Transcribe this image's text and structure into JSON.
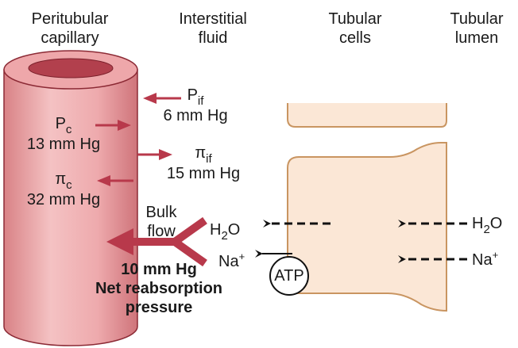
{
  "columns": {
    "capillary": [
      "Peritubular",
      "capillary"
    ],
    "interstitial": [
      "Interstitial",
      "fluid"
    ],
    "cells": [
      "Tubular",
      "cells"
    ],
    "lumen": [
      "Tubular",
      "lumen"
    ]
  },
  "forces": {
    "p_if": {
      "symbol": "P",
      "subscript": "if",
      "value": "6 mm Hg"
    },
    "p_c": {
      "symbol": "P",
      "subscript": "c",
      "value": "13 mm Hg"
    },
    "pi_if": {
      "symbol": "π",
      "subscript": "if",
      "value": "15 mm Hg"
    },
    "pi_c": {
      "symbol": "π",
      "subscript": "c",
      "value": "32 mm Hg"
    }
  },
  "bulk_flow": [
    "Bulk",
    "flow"
  ],
  "net": {
    "value": "10 mm Hg",
    "label_line1": "Net reabsorption",
    "label_line2": "pressure"
  },
  "solutes": {
    "water": {
      "base": "H",
      "sub": "2",
      "tail": "O"
    },
    "sodium": {
      "base": "Na",
      "sup": "+"
    }
  },
  "atp": "ATP",
  "colors": {
    "capillary_fill": "#f2b6b8",
    "capillary_shade": "#d98286",
    "capillary_stroke": "#8c2a35",
    "arrow": "#b8394b",
    "cell_fill": "#fbe7d6",
    "cell_stroke": "#c99561",
    "dash": "#111111"
  }
}
